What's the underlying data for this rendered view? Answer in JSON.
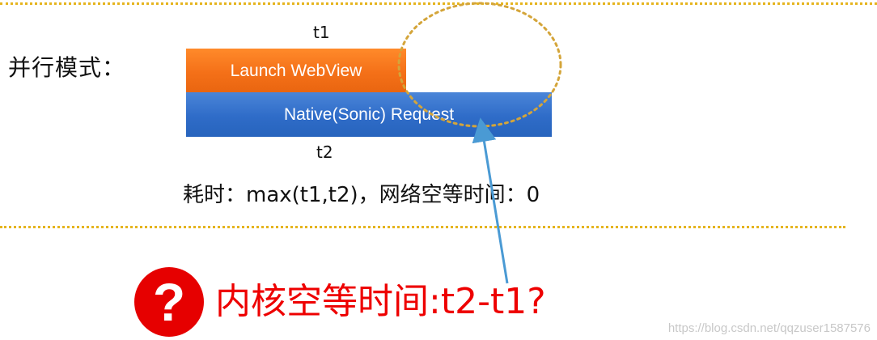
{
  "mode_label": "并行模式：",
  "t1_label": "t1",
  "t2_label": "t2",
  "launch_bar": "Launch WebView",
  "request_bar": "Native(Sonic) Request",
  "timing_text": "耗时：max(t1,t2)，网络空等时间：0",
  "question_mark": "?",
  "question_text": "内核空等时间:t2-t1?",
  "watermark": "https://blog.csdn.net/qqzuser1587576",
  "colors": {
    "launch_bar": "#f47018",
    "request_bar": "#2f6cc8",
    "dotted_line": "#e5b41e",
    "ellipse": "#d4a53a",
    "arrow": "#4a9ad4",
    "question": "#ee0000"
  }
}
